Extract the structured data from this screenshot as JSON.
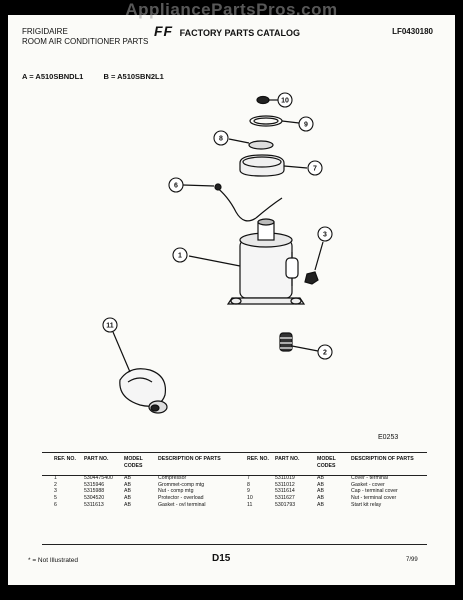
{
  "watermark": "AppliancePartsPros.com",
  "header": {
    "brand_line1": "FRIGIDAIRE",
    "brand_line2": "ROOM AIR CONDITIONER PARTS",
    "logo": "FF",
    "title": "FACTORY PARTS CATALOG",
    "catalog_no": "LF0430180"
  },
  "models": {
    "a": "A = A510SBNDL1",
    "b": "B = A510SBN2L1"
  },
  "callouts": [
    "1",
    "2",
    "3",
    "6",
    "7",
    "8",
    "9",
    "10",
    "11"
  ],
  "diagram_code": "E0253",
  "table": {
    "headers": {
      "ref": "REF. NO.",
      "part": "PART NO.",
      "model": "MODEL CODES",
      "desc": "DESCRIPTION OF PARTS"
    },
    "left_rows": [
      {
        "ref": "1",
        "part": "5304475400",
        "model": "AB",
        "desc": "Compressor"
      },
      {
        "ref": "2",
        "part": "5315946",
        "model": "AB",
        "desc": "Grommet-comp mtg"
      },
      {
        "ref": "3",
        "part": "5315988",
        "model": "AB",
        "desc": "Nut - comp mtg"
      },
      {
        "ref": "5",
        "part": "5304520",
        "model": "AB",
        "desc": "Protector - overload"
      },
      {
        "ref": "6",
        "part": "5311613",
        "model": "AB",
        "desc": "Gasket - ovl terminal"
      }
    ],
    "right_rows": [
      {
        "ref": "7",
        "part": "5311019",
        "model": "AB",
        "desc": "Cover - terminal"
      },
      {
        "ref": "8",
        "part": "5311012",
        "model": "AB",
        "desc": "Gasket - cover"
      },
      {
        "ref": "9",
        "part": "5311614",
        "model": "AB",
        "desc": "Cap - terminal cover"
      },
      {
        "ref": "10",
        "part": "5311627",
        "model": "AB",
        "desc": "Nut - terminal cover"
      },
      {
        "ref": "11",
        "part": "5301793",
        "model": "AB",
        "desc": "Start kit relay"
      }
    ]
  },
  "footer": {
    "note": "* = Not Illustrated",
    "page": "D15",
    "date": "7/99"
  }
}
